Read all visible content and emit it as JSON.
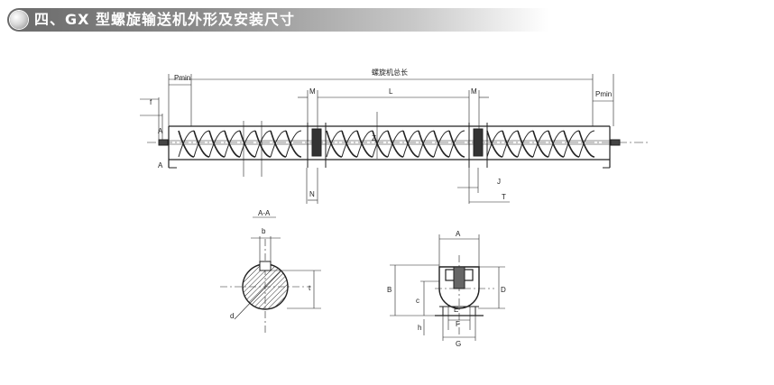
{
  "header": {
    "title": "四、GX 型螺旋输送机外形及安装尺寸"
  },
  "drawing": {
    "labels": {
      "total_length": "螺旋机总长",
      "pmin_left": "Pmin",
      "pmin_right": "Pmin",
      "f": "f",
      "M_left": "M",
      "M_right": "M",
      "L": "L",
      "Z": "Z",
      "N": "N",
      "J": "J",
      "T": "T",
      "A_top": "A",
      "A_bottom": "A",
      "section_title": "A-A",
      "b": "b",
      "t": "t",
      "d": "d",
      "end_A": "A",
      "end_B": "B",
      "end_c": "c",
      "end_D": "D",
      "end_E": "E",
      "end_F": "F",
      "end_h": "h",
      "end_G": "G"
    }
  },
  "colors": {
    "line": "#222222",
    "header_dark": "#6a6a6a"
  }
}
